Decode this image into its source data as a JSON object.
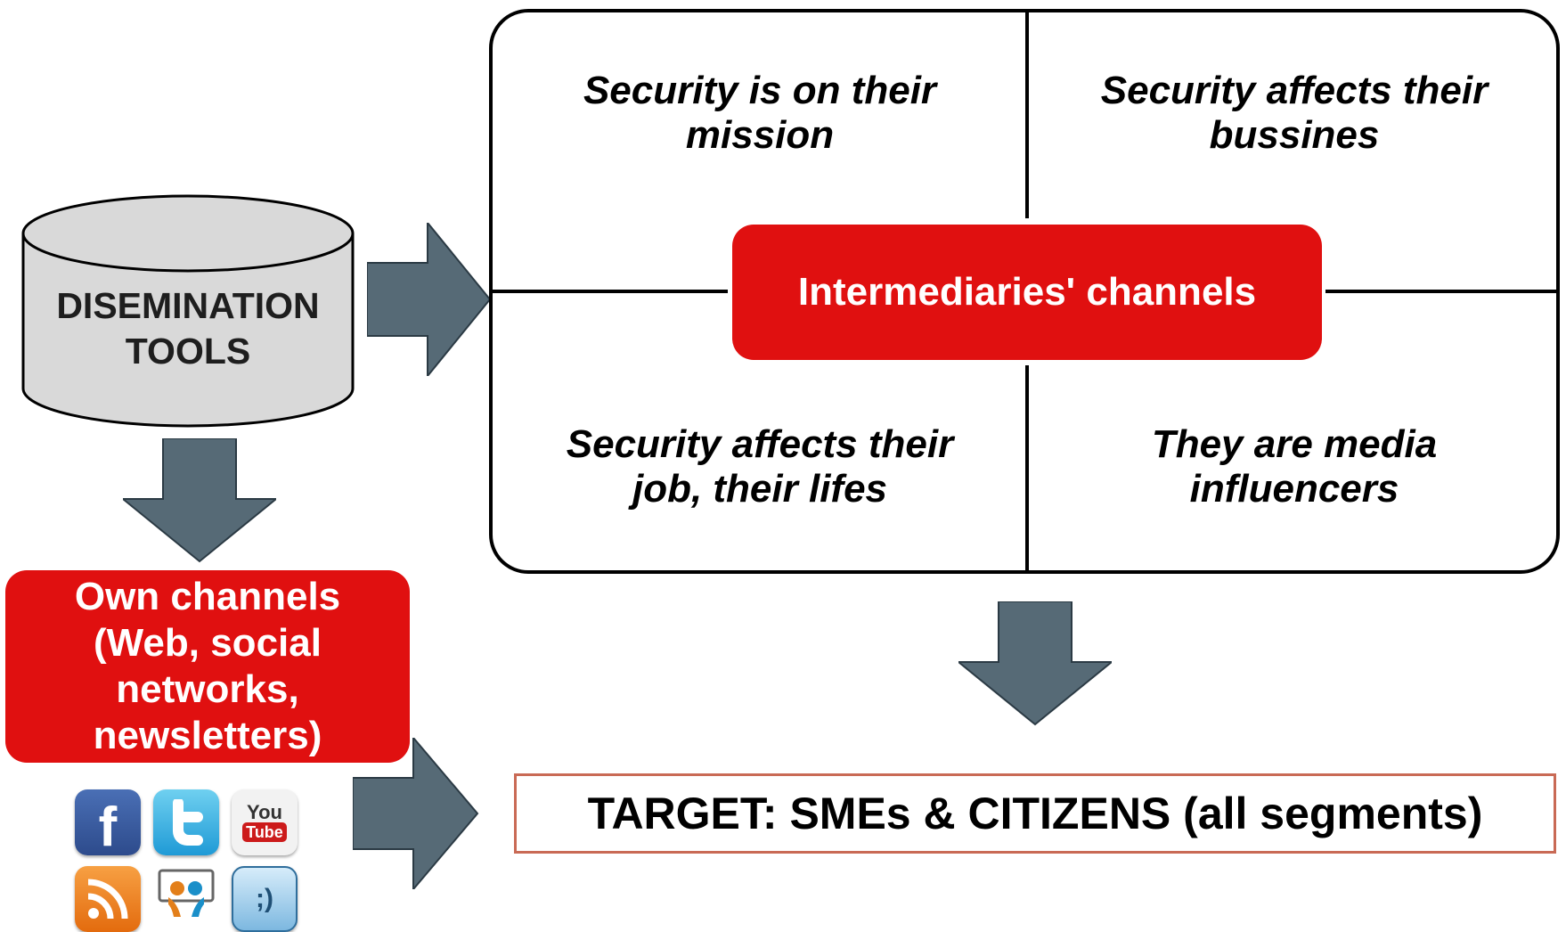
{
  "tools": {
    "label_line1": "DISEMINATION",
    "label_line2": "TOOLS"
  },
  "quadrants": {
    "top_left": {
      "line1": "Security is on their",
      "line2": "mission"
    },
    "top_right": {
      "line1": "Security affects their",
      "line2": "bussines"
    },
    "bottom_left": {
      "line1": "Security affects their",
      "line2": "job, their lifes"
    },
    "bottom_right": {
      "line1": "They are media",
      "line2": "influencers"
    }
  },
  "intermediaries": {
    "label": "Intermediaries' channels"
  },
  "own_channels": {
    "line1": "Own channels",
    "line2": "(Web, social",
    "line3": "networks,",
    "line4": "newsletters)"
  },
  "target": {
    "label": "TARGET: SMEs & CITIZENS (all segments)"
  },
  "icons": {
    "facebook": "f",
    "youtube_top": "You",
    "youtube_bottom": "Tube",
    "tuenti": ";)"
  },
  "colors": {
    "red": "#e01010",
    "arrow": "#566a76",
    "cylinder": "#d9d9d9",
    "target_border": "#c96a55"
  }
}
